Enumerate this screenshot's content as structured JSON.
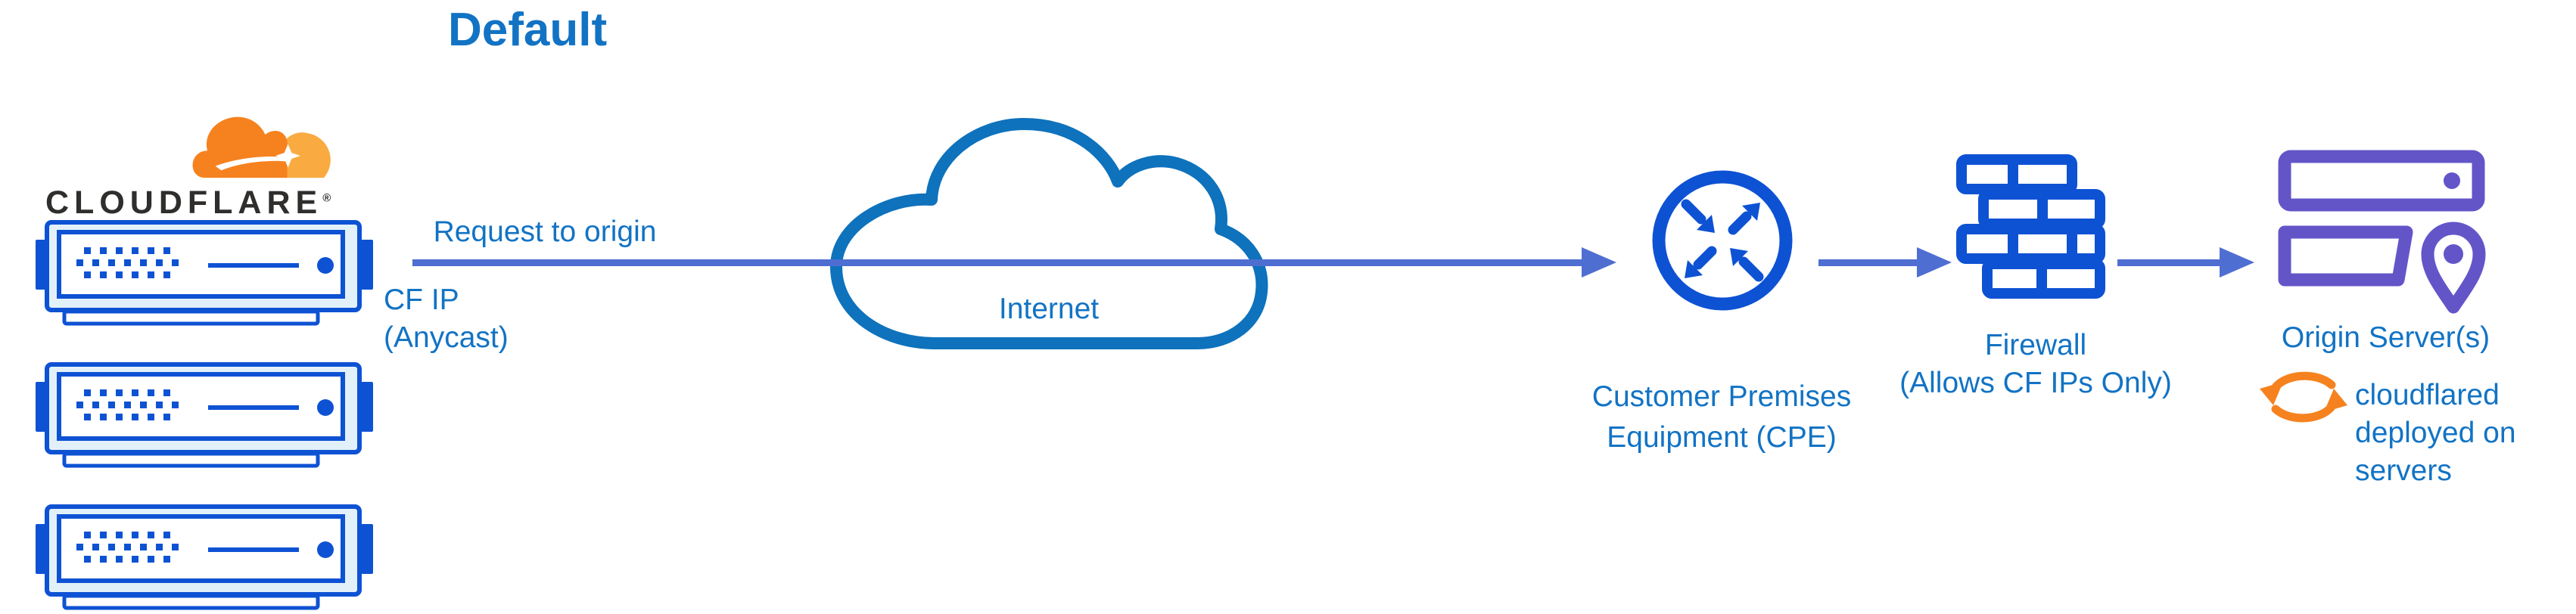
{
  "title": "Default",
  "colors": {
    "icon_blue": "#0e52d4",
    "label_blue": "#1273c4",
    "arrow_blue": "#4f6ed2",
    "cloud_blue": "#0e72bc",
    "purple": "#6355c8",
    "orange": "#f6821f",
    "orange_light": "#f9ab41",
    "wordmark_black": "#2f2e2c",
    "server_fill": "#e2f1f9"
  },
  "cloudflare": {
    "wordmark": "CLOUDFLARE",
    "registered": "®"
  },
  "flow": {
    "request_label": "Request to origin",
    "cf_ip_line1": "CF IP",
    "cf_ip_line2": "(Anycast)",
    "internet_label": "Internet",
    "cpe_label_line1": "Customer Premises",
    "cpe_label_line2": "Equipment (CPE)",
    "firewall_label_line1": "Firewall",
    "firewall_label_line2": "(Allows CF IPs Only)",
    "origin_label": "Origin Server(s)",
    "cloudflared_note_line1": "cloudflared",
    "cloudflared_note_line2": "deployed on",
    "cloudflared_note_line3": "servers"
  },
  "icons": {
    "cloudflare_logo": "orange-cloud-logo",
    "edge_server": "server-rack-unit",
    "internet": "cloud-outline",
    "cpe": "router-circle-with-arrows",
    "firewall": "brick-wall",
    "origin": "server-stack-with-location-pin",
    "cloudflared": "orange-sync-arrows"
  }
}
